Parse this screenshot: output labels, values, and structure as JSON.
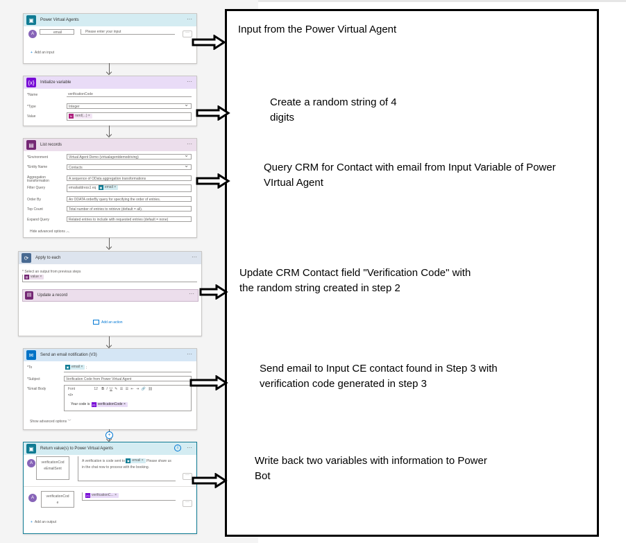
{
  "colors": {
    "pva": "#0f7b93",
    "variable": "#770bd6",
    "dataverse": "#742774",
    "control": "#486991",
    "outlook": "#0072c6"
  },
  "card1": {
    "title": "Power Virtual Agents",
    "input_name": "email",
    "input_placeholder": "Please enter your input",
    "add_label": "Add an input"
  },
  "card2": {
    "title": "Initialize variable",
    "name_label": "*Name",
    "name_value": "verificationCode",
    "type_label": "*Type",
    "type_value": "Integer",
    "value_label": "Value",
    "value_token": "rand(...)",
    "token_icon": "fx"
  },
  "card3": {
    "title": "List records",
    "env_label": "*Environment",
    "env_value": "Virtual Agent Demo (virtualagentdemodriving)",
    "entity_label": "*Entity Name",
    "entity_value": "Contacts",
    "agg_label": "Aggregation transformation",
    "agg_placeholder": "A sequence of OData aggregation transformations",
    "filter_label": "Filter Query",
    "filter_value": "emailaddress1 eq",
    "filter_token": "email",
    "order_label": "Order By",
    "order_placeholder": "An ODATA orderBy query for specifying the order of entries.",
    "top_label": "Top Count",
    "top_placeholder": "Total number of entries to retrieve (default = all).",
    "expand_label": "Expand Query",
    "expand_placeholder": "Related entries to include with requested entries (default = none)",
    "hide_label": "Hide advanced options"
  },
  "card4": {
    "title": "Apply to each",
    "select_label": "* Select an output from previous steps",
    "value_token": "value",
    "inner_title": "Update a record",
    "add_action": "Add an action"
  },
  "card5": {
    "title": "Send an email notification (V3)",
    "to_label": "*To",
    "to_token": "email",
    "subject_label": "*Subject",
    "subject_value": "Verification Code from Power Virtual Agent",
    "body_label": "*Email Body",
    "font_label": "Font",
    "font_size": "12",
    "body_text": "Your code is",
    "body_token": "verificationCode",
    "show_label": "Show advanced options"
  },
  "card6": {
    "title": "Return value(s) to Power Virtual Agents",
    "out1_name": "verificationCodeEmailSent",
    "out1_text_a": "A verification is code sent to",
    "out1_token": "email",
    "out1_text_b": "Please share us in the chat now to process with the booking.",
    "out2_name": "verificationCode",
    "out2_token": "verificationC...",
    "add_label": "Add an output"
  },
  "notes": {
    "n1": "Input from the Power Virtual Agent",
    "n2": "Create a random string of 4 digits",
    "n3": "Query CRM for Contact with email from Input Variable of Power VIrtual Agent",
    "n4": "Update CRM Contact field \"Verification Code\" with the random string created in step 2",
    "n5": "Send email to Input CE contact found in Step 3 with verification code generated in step 3",
    "n6": "Write back two variables with information to Power Bot"
  }
}
